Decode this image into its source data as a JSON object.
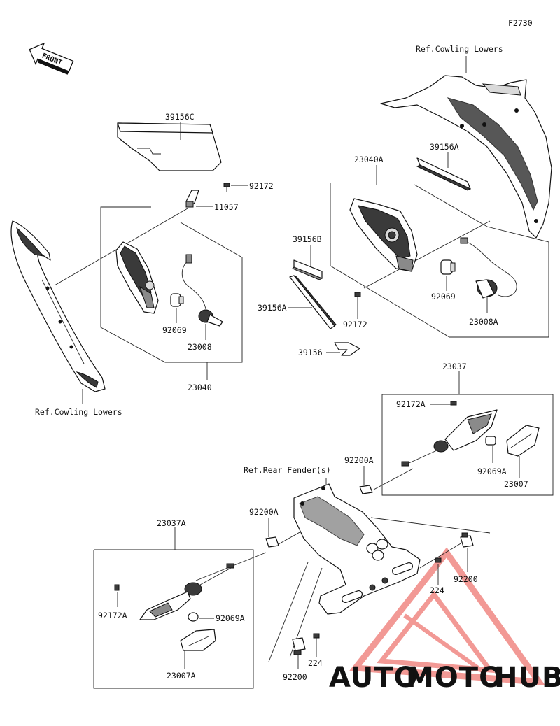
{
  "figure_id": "F2730",
  "front_label": "FRONT",
  "refs": {
    "cowling_lowers_top": "Ref.Cowling Lowers",
    "cowling_lowers_left": "Ref.Cowling Lowers",
    "rear_fender": "Ref.Rear Fender(s)"
  },
  "labels": {
    "p39156C": "39156C",
    "p92172_top": "92172",
    "p11057": "11057",
    "p92069_left": "92069",
    "p23008": "23008",
    "p23040": "23040",
    "p39156A_top": "39156A",
    "p23040A": "23040A",
    "p39156B": "39156B",
    "p39156A_left": "39156A",
    "p92172_mid": "92172",
    "p39156": "39156",
    "p92069_right": "92069",
    "p23008A": "23008A",
    "p23037": "23037",
    "p92172A_right": "92172A",
    "p92069A_right": "92069A",
    "p23007": "23007",
    "p92200A_right": "92200A",
    "p92200A_left": "92200A",
    "p224_right": "224",
    "p92200_right": "92200",
    "p23037A": "23037A",
    "p92172A_left": "92172A",
    "p92069A_left": "92069A",
    "p23007A": "23007A",
    "p224_bottom": "224",
    "p92200_bottom": "92200"
  },
  "watermark": {
    "part1": "AUTO",
    "part2": "MOTO",
    "part3": "HUB",
    "color1": "#f3a833",
    "color2": "#e8463f",
    "color3": "#5a5a5a",
    "logo_color": "#e8463f"
  }
}
